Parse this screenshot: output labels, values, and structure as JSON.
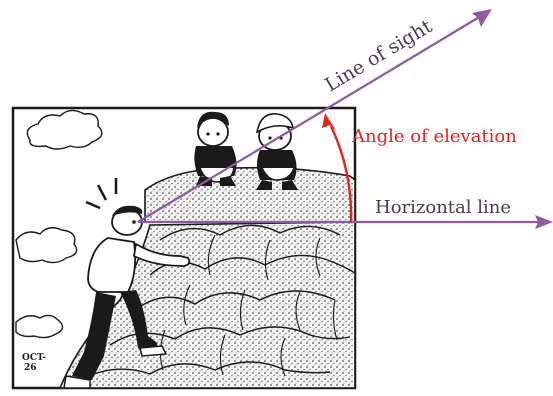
{
  "labels": {
    "line_of_sight": "Line of sight",
    "angle_of_elevation": "Angle of elevation",
    "horizontal_line": "Horizontal line",
    "signature": "OCT-\n26"
  },
  "colors": {
    "line_of_sight": "#8e5aa0",
    "horizontal_line": "#8e5aa0",
    "angle": "#e8231c",
    "angle_label": "#e8231c",
    "ink": "#1a1a1a",
    "paper": "#ffffff"
  }
}
